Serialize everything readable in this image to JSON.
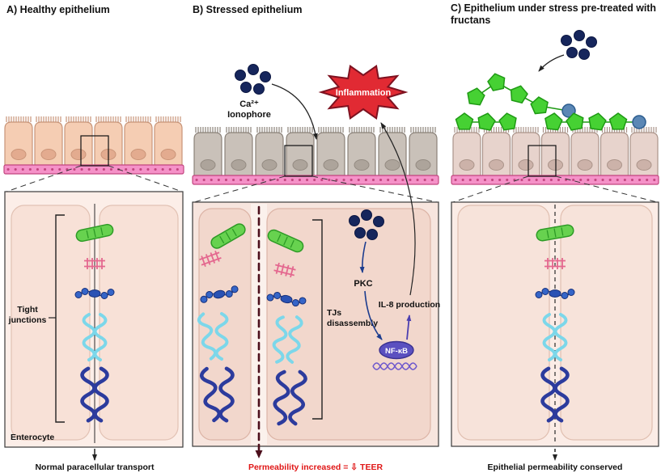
{
  "panels": {
    "a": {
      "title": "A) Healthy epithelium",
      "tight_line1": "Tight",
      "tight_line2": "junctions",
      "enterocyte": "Enterocyte",
      "bottom": "Normal paracellular transport"
    },
    "b": {
      "title": "B) Stressed epithelium",
      "ca_line1": "Ca²⁺",
      "ca_line2": "Ionophore",
      "inflammation": "Inflammation",
      "tjs_line1": "TJs",
      "tjs_line2": "disassembly",
      "pkc": "PKC",
      "il8": "IL-8 production",
      "nfkb": "NF-κB",
      "bottom": "Permeability increased = ⇩ TEER"
    },
    "c": {
      "title_line1": "C) Epithelium under stress pre-treated with",
      "title_line2": "fructans",
      "bottom": "Epithelial permeability conserved"
    }
  },
  "colors": {
    "healthy_cell": "#f5cdb3",
    "stressed_cell": "#c9c1b9",
    "treated_cell": "#e7d3cc",
    "basement_membrane": "#f591c8",
    "tight_junction_green": "#67d24f",
    "claudin_pink": "#e4688f",
    "bead_blue": "#3565c8",
    "coil_cyan": "#7cd7ea",
    "coil_navy": "#2c3b9d",
    "ionophore_navy": "#16265c",
    "inflammation_red": "#e12a33",
    "nfkb_purple": "#5b50c0",
    "permeability_maroon": "#4c0f1c",
    "caption_red": "#e01616",
    "fructan_green": "#46d133",
    "fructan_cap_blue": "#5b87b5"
  }
}
